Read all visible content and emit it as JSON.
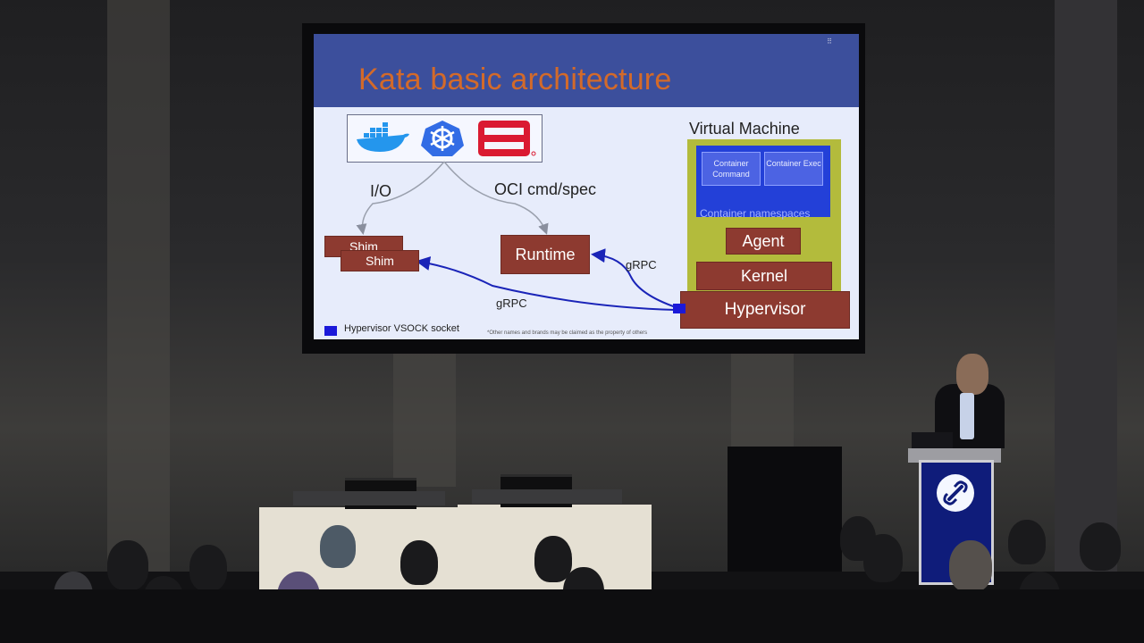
{
  "slide": {
    "title": "Kata basic architecture",
    "labels": {
      "io": "I/O",
      "oci": "OCI cmd/spec",
      "shim_back": "Shim",
      "shim_front": "Shim",
      "runtime": "Runtime",
      "grpc_top": "gRPC",
      "grpc_bottom": "gRPC",
      "vm": "Virtual Machine",
      "container_command": "Container Command",
      "container_exec": "Container Exec",
      "container_namespaces": "Container namespaces",
      "agent": "Agent",
      "kernel": "Kernel",
      "hypervisor": "Hypervisor"
    },
    "legend": "Hypervisor VSOCK socket",
    "footnote": "*Other names and brands may be claimed as the property of others",
    "logos": [
      "docker-logo",
      "kubernetes-logo",
      "openstack-logo"
    ],
    "colors": {
      "header": "#3c4f9c",
      "title": "#d36a2a",
      "box": "#8d3a30",
      "vm": "#b3bb3c",
      "namespace": "#2340d8",
      "vsock": "#1b19d9"
    }
  }
}
